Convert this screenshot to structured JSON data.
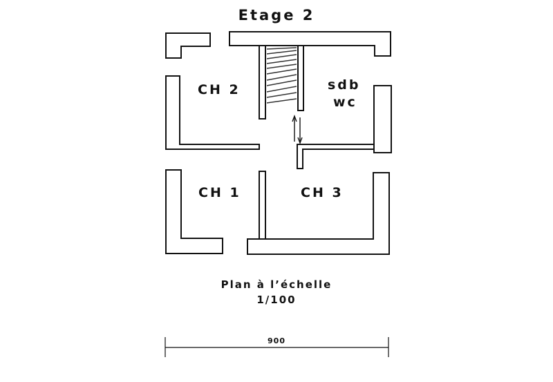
{
  "floor_title": "Etage 2",
  "rooms": {
    "ch2": "CH 2",
    "sdb": "sdb",
    "wc": "wc",
    "ch1": "CH 1",
    "ch3": "CH 3"
  },
  "plan": {
    "line1": "Plan  à l’échelle",
    "line2": "1/100"
  },
  "dimension": {
    "value": "900"
  },
  "colors": {
    "wall": "#111111",
    "background": "#ffffff"
  }
}
